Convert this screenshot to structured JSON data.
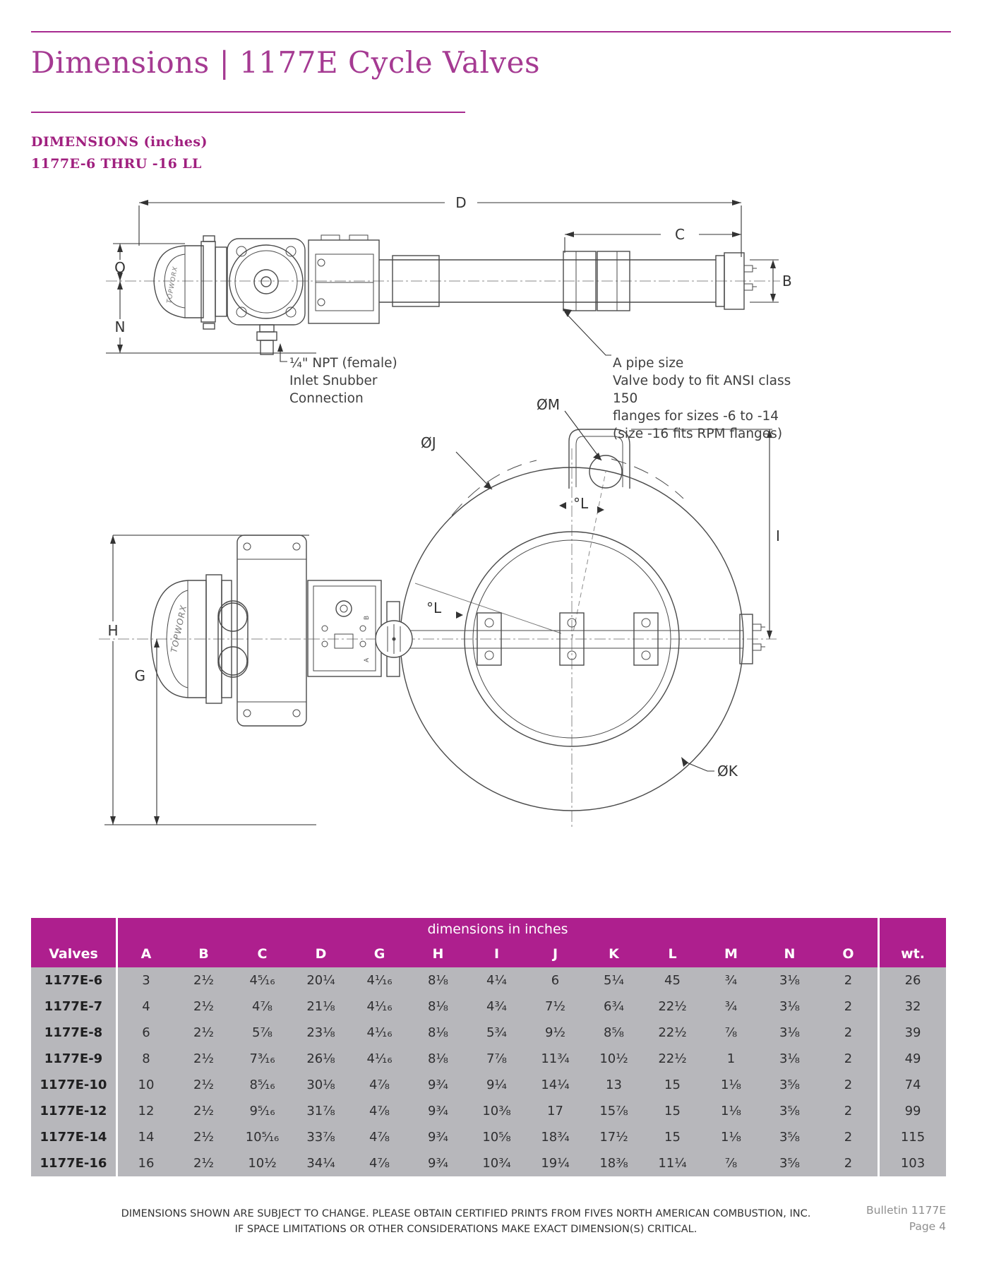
{
  "page": {
    "title": "Dimensions | 1177E Cycle Valves",
    "section_line1": "DIMENSIONS (inches)",
    "section_line2": "1177E-6 THRU -16 LL",
    "footer_text": "DIMENSIONS SHOWN ARE SUBJECT TO CHANGE. PLEASE OBTAIN CERTIFIED PRINTS FROM FIVES NORTH AMERICAN COMBUSTION, INC.\nIF SPACE LIMITATIONS OR OTHER CONSIDERATIONS MAKE EXACT DIMENSION(S) CRITICAL.",
    "bulletin_text": "Bulletin 1177E\nPage 4"
  },
  "colors": {
    "accent_magenta": "#a72b90",
    "table_header_magenta": "#ae1f8e",
    "table_body_gray": "#b7b7bb"
  },
  "drawing": {
    "brand": "TOPWORX",
    "tiny_b": "B",
    "tiny_a": "A",
    "labels": {
      "D": "D",
      "C": "C",
      "B": "B",
      "O": "O",
      "N": "N",
      "H": "H",
      "G": "G",
      "I": "I",
      "OJ": "ØJ",
      "OK": "ØK",
      "OM": "ØM",
      "L1": "°L",
      "L2": "°L"
    },
    "annotations": {
      "npt": "¼\" NPT (female)\nInlet Snubber\nConnection",
      "pipe": "A pipe size\nValve body to fit ANSI class 150\nflanges for sizes -6 to -14\n(size -16 fits RPM flanges)"
    }
  },
  "table": {
    "span_header": "dimensions in inches",
    "col_headers": [
      "Valves",
      "A",
      "B",
      "C",
      "D",
      "G",
      "H",
      "I",
      "J",
      "K",
      "L",
      "M",
      "N",
      "O",
      "wt."
    ],
    "rows": [
      {
        "model": "1177E-6",
        "values": [
          "3",
          "2½",
          "4⁵⁄₁₆",
          "20¼",
          "4¹⁄₁₆",
          "8⅛",
          "4¼",
          "6",
          "5¼",
          "45",
          "¾",
          "3⅛",
          "2",
          "26"
        ]
      },
      {
        "model": "1177E-7",
        "values": [
          "4",
          "2½",
          "4⅞",
          "21⅛",
          "4¹⁄₁₆",
          "8⅛",
          "4¾",
          "7½",
          "6¾",
          "22½",
          "¾",
          "3⅛",
          "2",
          "32"
        ]
      },
      {
        "model": "1177E-8",
        "values": [
          "6",
          "2½",
          "5⅞",
          "23⅛",
          "4¹⁄₁₆",
          "8⅛",
          "5¾",
          "9½",
          "8⅝",
          "22½",
          "⅞",
          "3⅛",
          "2",
          "39"
        ]
      },
      {
        "model": "1177E-9",
        "values": [
          "8",
          "2½",
          "7³⁄₁₆",
          "26⅛",
          "4¹⁄₁₆",
          "8⅛",
          "7⅞",
          "11¾",
          "10½",
          "22½",
          "1",
          "3⅛",
          "2",
          "49"
        ]
      },
      {
        "model": "1177E-10",
        "values": [
          "10",
          "2½",
          "8⁵⁄₁₆",
          "30⅛",
          "4⅞",
          "9¾",
          "9¼",
          "14¼",
          "13",
          "15",
          "1⅛",
          "3⅝",
          "2",
          "74"
        ]
      },
      {
        "model": "1177E-12",
        "values": [
          "12",
          "2½",
          "9⁵⁄₁₆",
          "31⅞",
          "4⅞",
          "9¾",
          "10⅜",
          "17",
          "15⅞",
          "15",
          "1⅛",
          "3⅝",
          "2",
          "99"
        ]
      },
      {
        "model": "1177E-14",
        "values": [
          "14",
          "2½",
          "10⁵⁄₁₆",
          "33⅞",
          "4⅞",
          "9¾",
          "10⅝",
          "18¾",
          "17½",
          "15",
          "1⅛",
          "3⅝",
          "2",
          "115"
        ]
      },
      {
        "model": "1177E-16",
        "values": [
          "16",
          "2½",
          "10½",
          "34¼",
          "4⅞",
          "9¾",
          "10¾",
          "19¼",
          "18⅜",
          "11¼",
          "⅞",
          "3⅝",
          "2",
          "103"
        ]
      }
    ]
  }
}
